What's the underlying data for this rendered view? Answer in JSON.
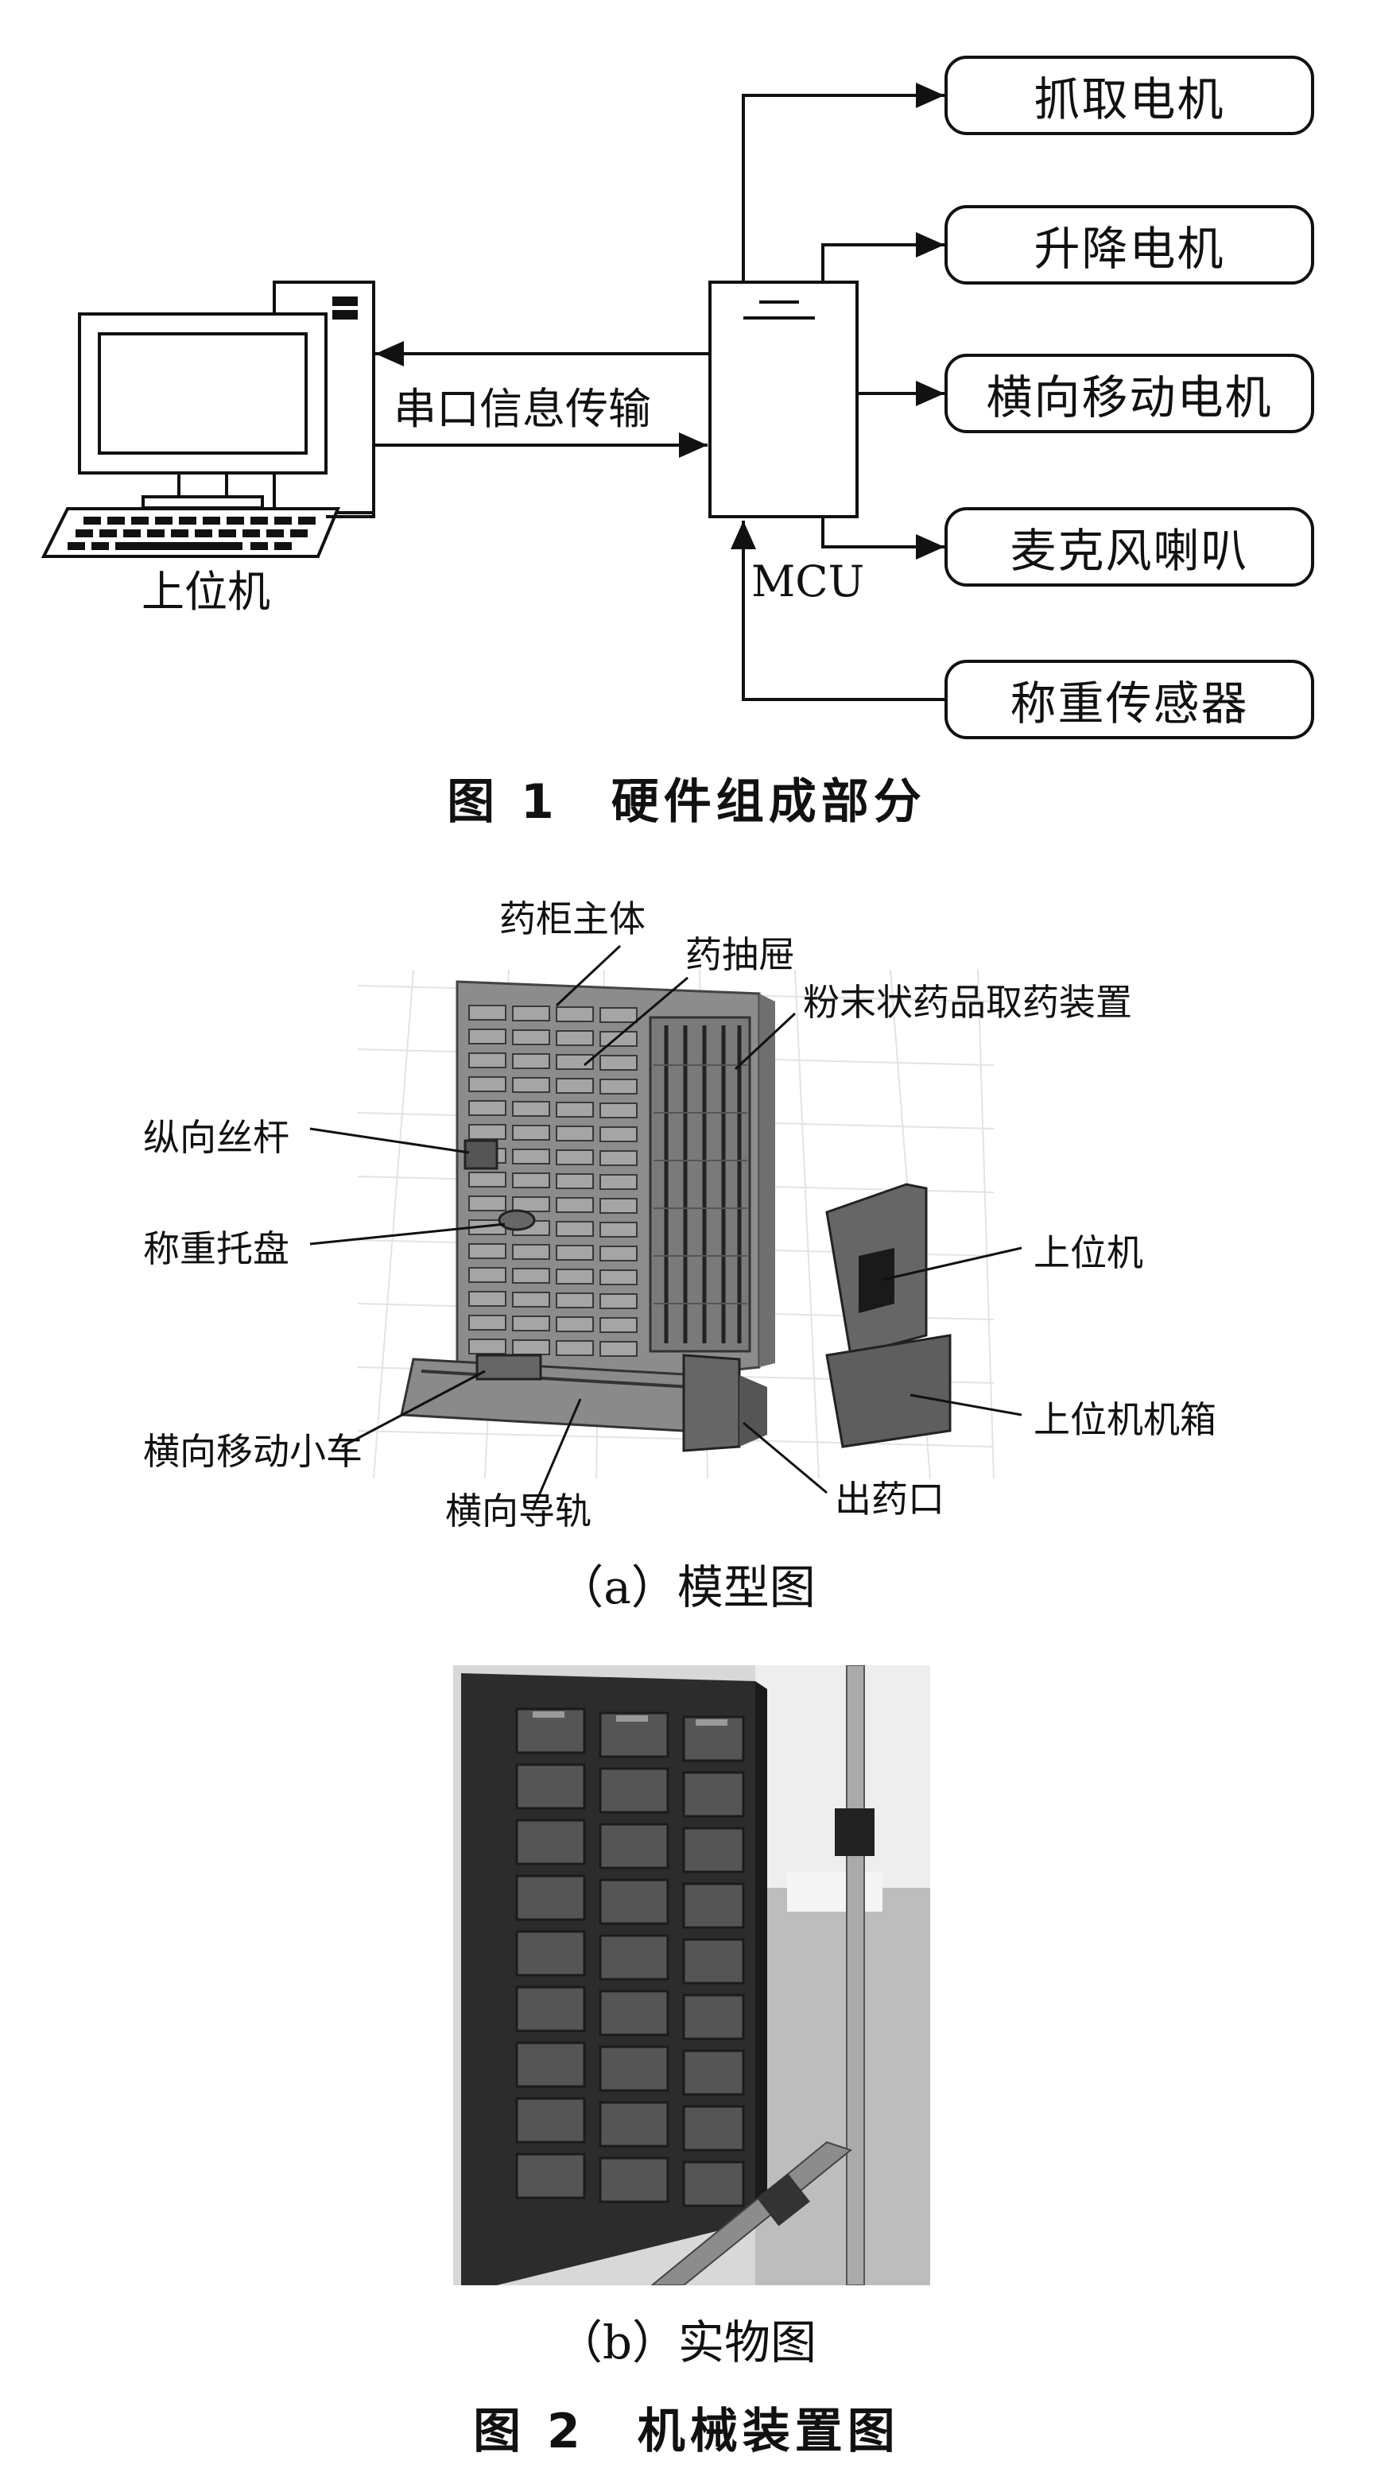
{
  "figure1": {
    "host_label": "上位机",
    "serial_label": "串口信息传输",
    "mcu_label": "MCU",
    "boxes": [
      "抓取电机",
      "升降电机",
      "横向移动电机",
      "麦克风喇叭",
      "称重传感器"
    ],
    "caption": "图 1　硬件组成部分"
  },
  "figure2": {
    "model_labels": {
      "cabinet_body": "药柜主体",
      "drawer": "药抽屉",
      "powder_device": "粉末状药品取药装置",
      "lead_screw": "纵向丝杆",
      "weigh_tray": "称重托盘",
      "host": "上位机",
      "host_case": "上位机机箱",
      "cart": "横向移动小车",
      "rail": "横向导轨",
      "outlet": "出药口"
    },
    "caption_a": "（a）模型图",
    "caption_b": "（b）实物图",
    "caption": "图 2　机械装置图"
  }
}
